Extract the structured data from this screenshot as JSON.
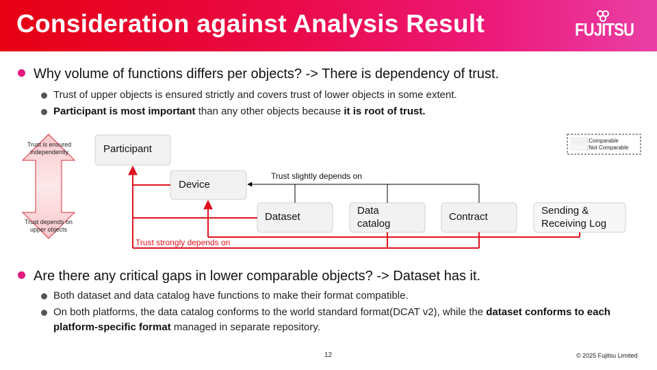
{
  "header": {
    "title": "Consideration against Analysis Result",
    "logo_text": "FUJITSU"
  },
  "section1": {
    "heading": "Why volume of functions differs per objects? -> There is dependency of trust.",
    "sub1": "Trust of upper objects is ensured strictly and covers trust of lower objects in some extent.",
    "sub2": {
      "part1_bold": "Participant is most important",
      "part2": " than any other objects because ",
      "part3_bold": "it is root of trust."
    }
  },
  "diagram": {
    "arrow_top_label": "Trust is ensured independently",
    "arrow_top_line1": "Trust is ensured",
    "arrow_top_line2": "independently",
    "arrow_bottom_line1": "Trust depends on",
    "arrow_bottom_line2": "upper objects",
    "boxes": {
      "participant": "Participant",
      "device": "Device",
      "dataset": "Dataset",
      "data_catalog_line1": "Data",
      "data_catalog_line2": "catalog",
      "contract": "Contract",
      "log_line1": "Sending &",
      "log_line2": "Receiving Log"
    },
    "slight_label": "Trust slightly depends on",
    "strong_label": "Trust strongly depends on",
    "legend": {
      "comparable": ":Comparable",
      "not_comparable": ":Not Comparable"
    }
  },
  "section2": {
    "heading": "Are there any critical gaps in lower comparable objects? -> Dataset has it.",
    "sub1": "Both dataset and data catalog have functions to make their format compatible.",
    "sub2": {
      "part1": "On both platforms, the data catalog conforms to the world standard format(DCAT v2), while the ",
      "part2_bold": "dataset conforms to each platform-specific format",
      "part3": " managed in separate repository."
    }
  },
  "footer": {
    "page_number": "12",
    "copyright": "© 2025 Fujitsu Limited"
  },
  "colors": {
    "accent": "#e3197e",
    "header_red": "#e60012",
    "strong_line": "#e0101e",
    "box_fill": "#f2f2f2"
  }
}
